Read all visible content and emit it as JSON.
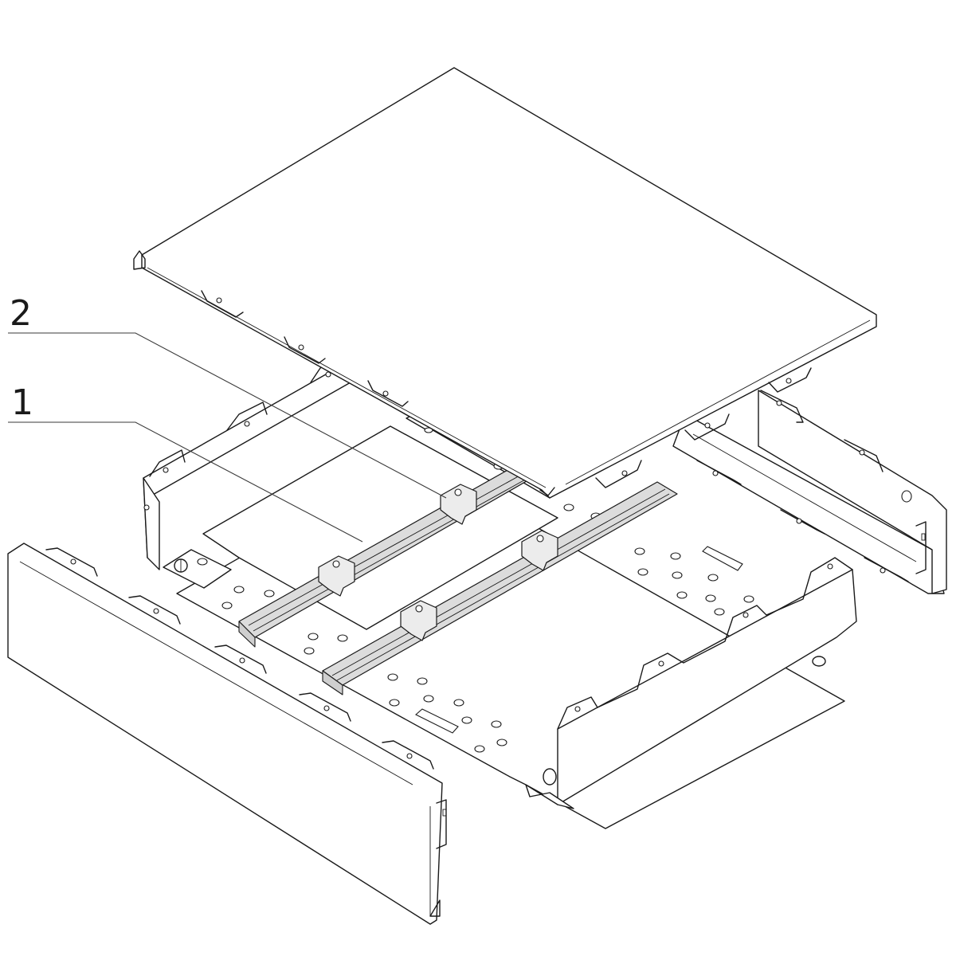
{
  "diagram": {
    "type": "exploded-view technical line drawing",
    "subject": "sheet-metal enclosure / base tray with top cover, side panels, front panel and mounting rails",
    "callouts": [
      {
        "id": "2",
        "label": "2",
        "target": "sliding-nut on upper mounting rail"
      },
      {
        "id": "1",
        "label": "1",
        "target": "mounting rail (DIN/C-profile)"
      }
    ],
    "components": [
      {
        "name": "top-cover",
        "description": "flat lid with bent tabs on front edge"
      },
      {
        "name": "rear-side-wall",
        "description": "left/back wall with bent tabs and screw holes"
      },
      {
        "name": "right-side-panel",
        "description": "detached side panel with tabs and round hole"
      },
      {
        "name": "base-plate",
        "description": "perforated floor plate with slots"
      },
      {
        "name": "front-side-wall",
        "description": "right front wall with bent tabs"
      },
      {
        "name": "front-panel",
        "description": "detached front cover panel"
      },
      {
        "name": "mounting-rail-upper",
        "description": "grey profile rail with two nuts"
      },
      {
        "name": "mounting-rail-lower",
        "description": "grey profile rail with two nuts"
      },
      {
        "name": "ground-bolt",
        "description": "earthing bolt with washer"
      }
    ],
    "colors": {
      "line": "#1a1a1a",
      "rail_fill": "#dcdcdc",
      "nut_fill": "#ececec",
      "background": "#ffffff"
    }
  }
}
